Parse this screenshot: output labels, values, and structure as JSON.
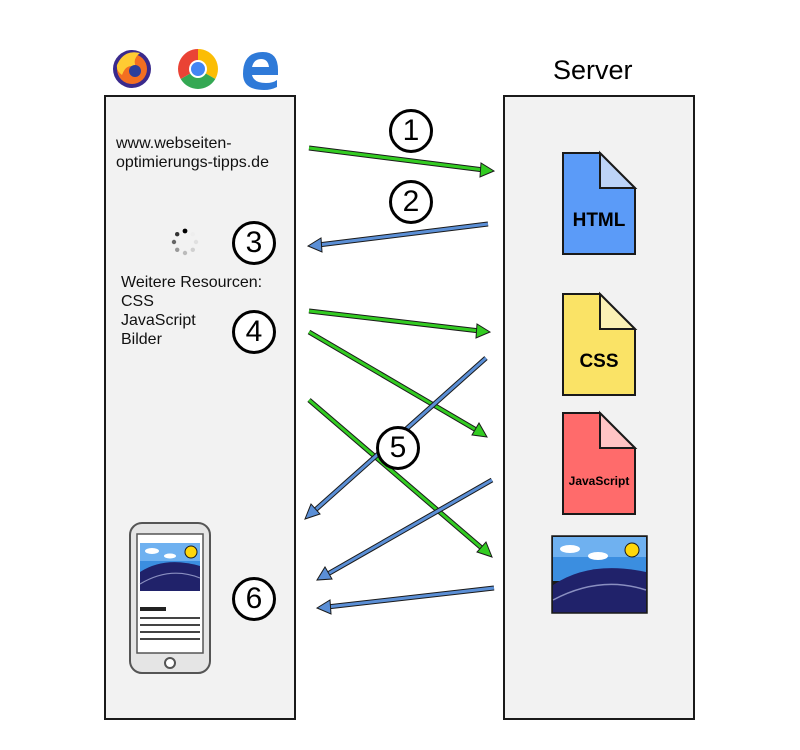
{
  "diagram": {
    "server_title": "Server",
    "url_lines": [
      "www.webseiten-",
      "optimierungs-tipps.de"
    ],
    "resources_lines": [
      "Weitere Resourcen:",
      "CSS",
      "JavaScript",
      "Bilder"
    ],
    "steps": [
      "1",
      "2",
      "3",
      "4",
      "5",
      "6"
    ],
    "files": {
      "html": "HTML",
      "css": "CSS",
      "js": "JavaScript"
    },
    "browser_icons": [
      "firefox-icon",
      "chrome-icon",
      "edge-icon"
    ],
    "colors": {
      "request_arrow": "#33cc22",
      "response_arrow": "#5b8fd6",
      "html_file": "#5b9bf8",
      "css_file": "#fae366",
      "js_file": "#ff6b6b"
    }
  }
}
